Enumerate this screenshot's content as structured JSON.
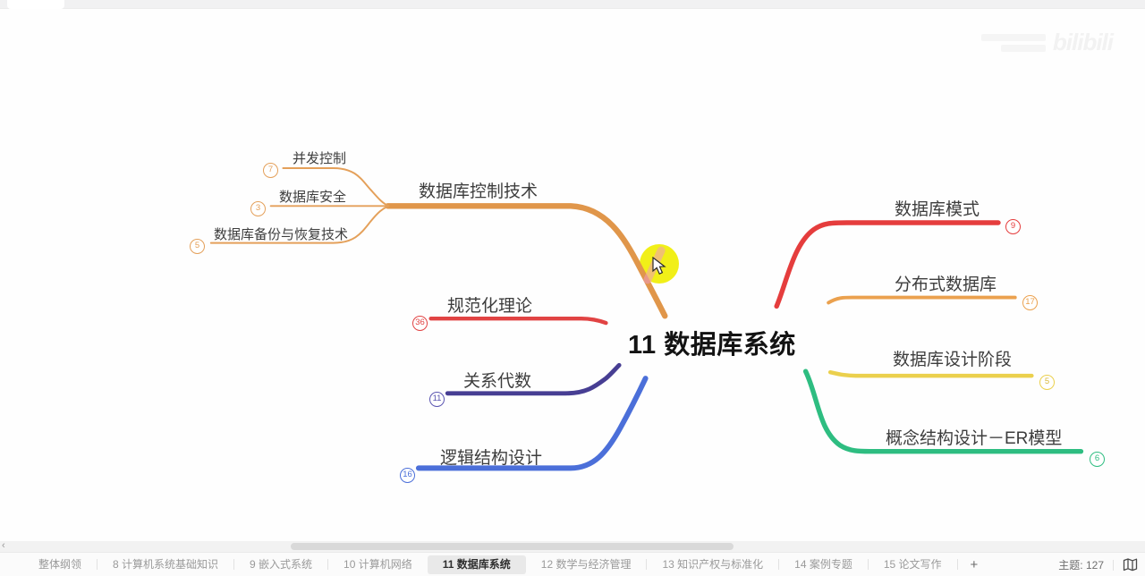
{
  "mindmap": {
    "central_topic": "11 数据库系统",
    "left": {
      "control": {
        "label": "数据库控制技术",
        "color": "#e0964a",
        "children": [
          {
            "label": "并发控制",
            "count": "7"
          },
          {
            "label": "数据库安全",
            "count": "3"
          },
          {
            "label": "数据库备份与恢复技术",
            "count": "5"
          }
        ]
      },
      "normalization": {
        "label": "规范化理论",
        "count": "36",
        "color": "#e14343"
      },
      "relational_algebra": {
        "label": "关系代数",
        "count": "11",
        "color": "#473e93"
      },
      "logical_design": {
        "label": "逻辑结构设计",
        "count": "16",
        "color": "#4b6fd9"
      }
    },
    "right": {
      "schema": {
        "label": "数据库模式",
        "count": "9",
        "color": "#e53d3d"
      },
      "distributed": {
        "label": "分布式数据库",
        "count": "17",
        "color": "#eba14e"
      },
      "design_stages": {
        "label": "数据库设计阶段",
        "count": "5",
        "color": "#ebd04d"
      },
      "er_model": {
        "label": "概念结构设计－ER模型",
        "count": "6",
        "color": "#2ebd81"
      }
    }
  },
  "watermark": {
    "logo": "bilibili"
  },
  "statusbar": {
    "scroll_left_arrow": "‹",
    "add_tab": "+",
    "topic_count": "主题: 127"
  },
  "tabbar": {
    "tabs": [
      "整体纲领",
      "8 计算机系统基础知识",
      "9 嵌入式系统",
      "10 计算机网络",
      "11 数据库系统",
      "12 数学与经济管理",
      "13 知识产权与标准化",
      "14 案例专题",
      "15 论文写作"
    ],
    "active_index": 4
  }
}
